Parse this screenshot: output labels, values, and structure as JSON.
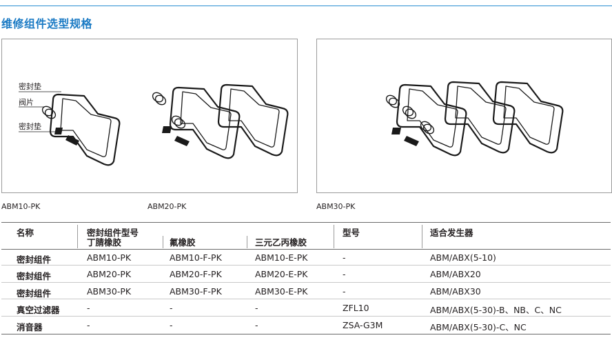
{
  "page_title": "维修组件选型规格",
  "figures": {
    "label_seal_top": "密封垫",
    "label_valve": "阀片",
    "label_seal_bottom": "密封垫",
    "captions": [
      "ABM10-PK",
      "ABM20-PK",
      "ABM30-PK"
    ]
  },
  "table": {
    "headers": {
      "name": "名称",
      "seal_kit_model": "密封组件型号",
      "nbr": "丁腈橡胶",
      "fkm": "氟橡胶",
      "epdm": "三元乙丙橡胶",
      "model": "型号",
      "generator": "适合发生器"
    },
    "rows": [
      {
        "name": "密封组件",
        "nbr": "ABM10-PK",
        "fkm": "ABM10-F-PK",
        "epdm": "ABM10-E-PK",
        "model": "-",
        "generator": "ABM/ABX(5-10)"
      },
      {
        "name": "密封组件",
        "nbr": "ABM20-PK",
        "fkm": "ABM20-F-PK",
        "epdm": "ABM20-E-PK",
        "model": "-",
        "generator": "ABM/ABX20"
      },
      {
        "name": "密封组件",
        "nbr": "ABM30-PK",
        "fkm": "ABM30-F-PK",
        "epdm": "ABM30-E-PK",
        "model": "-",
        "generator": "ABM/ABX30"
      },
      {
        "name": "真空过滤器",
        "nbr": "-",
        "fkm": "-",
        "epdm": "-",
        "model": "ZFL10",
        "generator": "ABM/ABX(5-30)-B、NB、C、NC"
      },
      {
        "name": "消音器",
        "nbr": "-",
        "fkm": "-",
        "epdm": "-",
        "model": "ZSA-G3M",
        "generator": "ABM/ABX(5-30)-C、NC"
      }
    ]
  }
}
